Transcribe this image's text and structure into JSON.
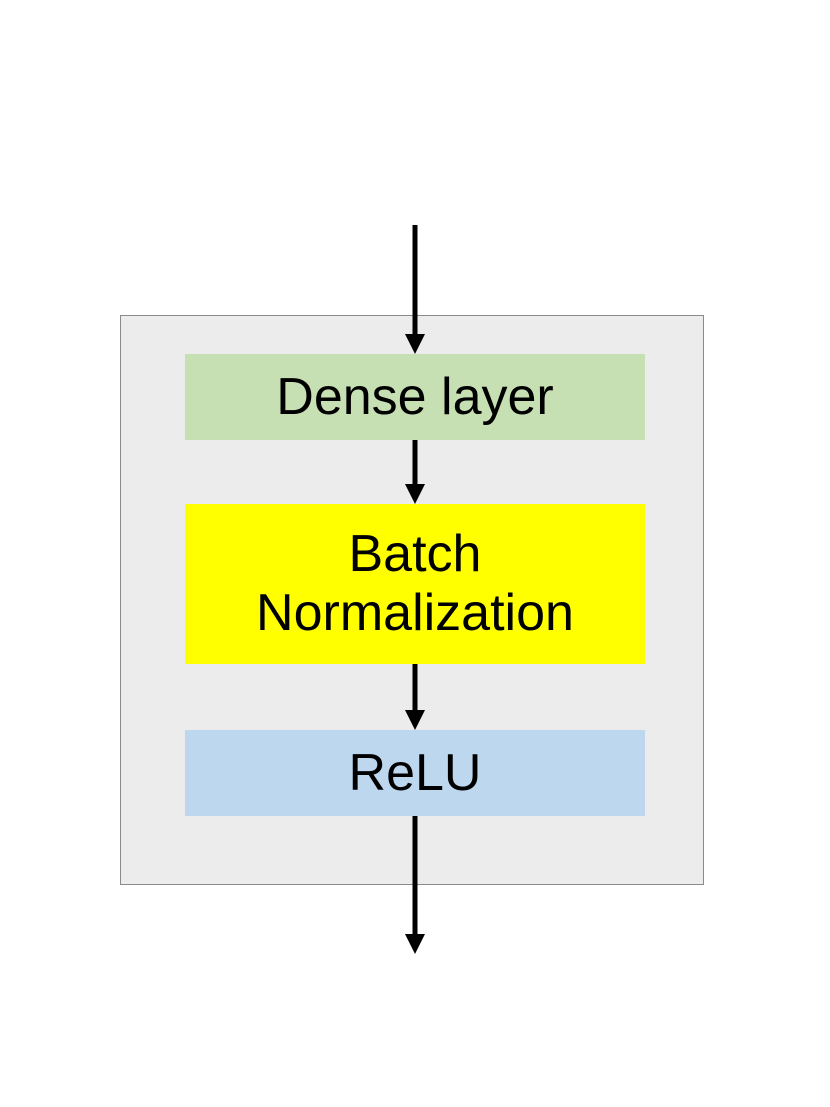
{
  "blocks": {
    "dense": {
      "label": "Dense layer",
      "color": "#c6e0b4"
    },
    "batchnorm": {
      "line1": "Batch",
      "line2": "Normalization",
      "color": "#ffff00"
    },
    "relu": {
      "label": "ReLU",
      "color": "#bdd7ee"
    }
  },
  "container": {
    "fill": "#ececec",
    "border": "#8a8a8a"
  },
  "arrow_color": "#000000"
}
